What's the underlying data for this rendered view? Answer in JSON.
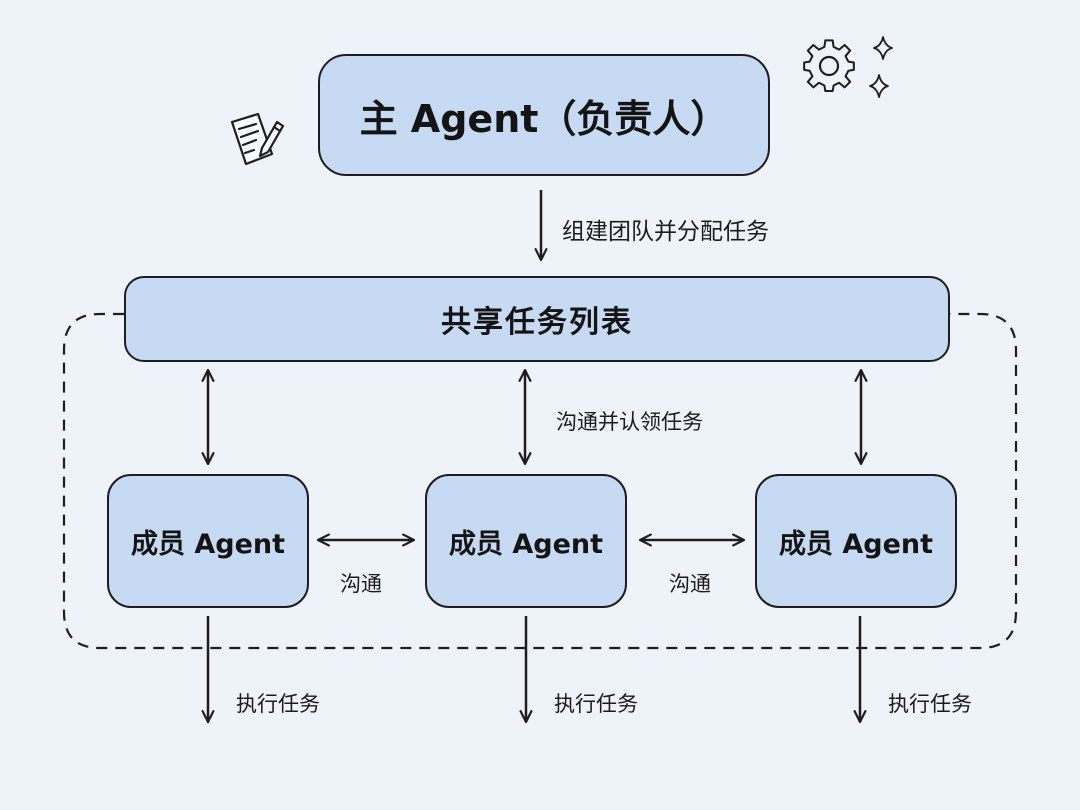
{
  "main_agent": {
    "label": "主 Agent（负责人）"
  },
  "shared_list": {
    "label": "共享任务列表"
  },
  "members": [
    {
      "label": "成员 Agent"
    },
    {
      "label": "成员 Agent"
    },
    {
      "label": "成员 Agent"
    }
  ],
  "edges": {
    "assign": "组建团队并分配任务",
    "claim": "沟通并认领任务",
    "communicate_1": "沟通",
    "communicate_2": "沟通",
    "execute_1": "执行任务",
    "execute_2": "执行任务",
    "execute_3": "执行任务"
  },
  "icons": {
    "decor_top_right": [
      "gear-icon",
      "sparkle-icon"
    ],
    "decor_left": "document-pen-icon"
  },
  "colors": {
    "background": "#eef3f9",
    "box_fill": "#c6dbf3",
    "stroke": "#1e1e1e"
  }
}
